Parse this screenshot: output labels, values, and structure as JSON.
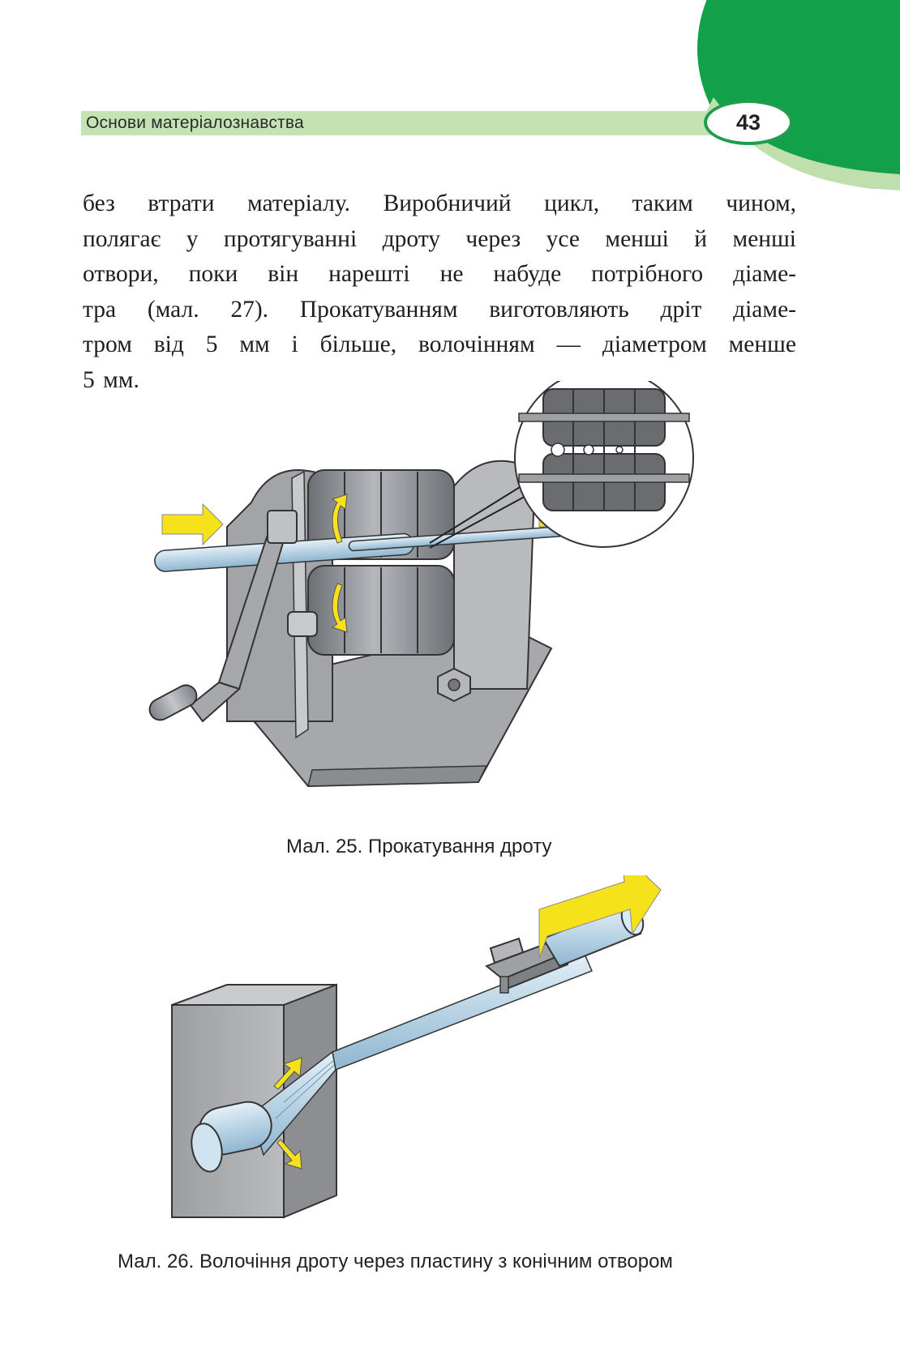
{
  "header": {
    "section_title": "Основи матеріалознавства",
    "page_number": "43"
  },
  "body_lines": [
    "без втрати матеріалу. Виробничий цикл, таким чином,",
    "полягає у протягуванні дроту через усе менші й менші",
    "отвори, поки він нарешті не набуде потрібного діаме-",
    "тра (мал. 27). Прокатуванням виготовляють дріт діаме-",
    "тром від 5 мм і більше, волочінням — діаметром менше",
    "5 мм."
  ],
  "figures": [
    {
      "caption": "Мал. 25. Прокатування дроту"
    },
    {
      "caption": "Мал. 26. Волочіння дроту через пластину з конічним отвором"
    }
  ],
  "colors": {
    "accent_green": "#1f9d4a",
    "header_band": "#c5e2b3",
    "arrow_yellow": "#f5e21a",
    "metal_grey": "#9a9ca0",
    "wire_blue": "#b9d6ea"
  }
}
